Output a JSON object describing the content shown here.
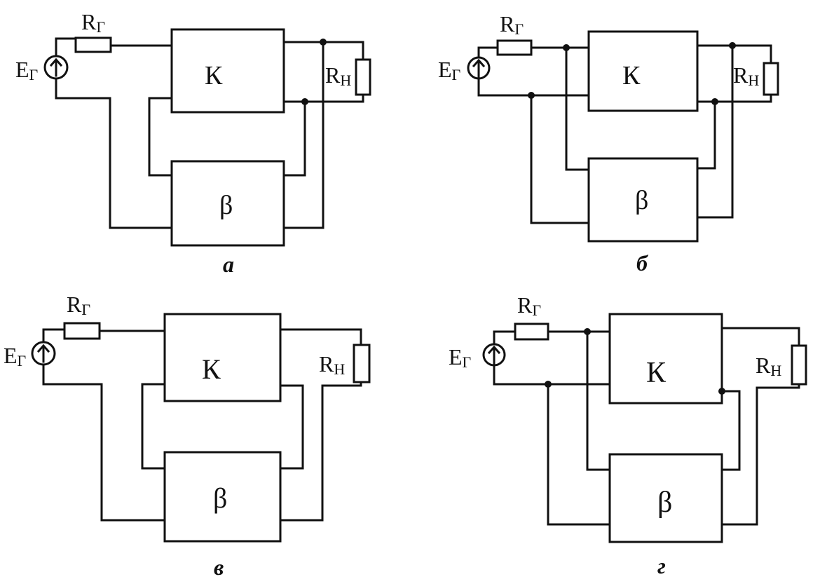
{
  "labels": {
    "source_main": "E",
    "source_sub": "Г",
    "resistor_gen_main": "R",
    "resistor_gen_sub": "Г",
    "resistor_load_main": "R",
    "resistor_load_sub": "Н",
    "amplifier": "К",
    "feedback": "β"
  },
  "captions": [
    "а",
    "б",
    "в",
    "г"
  ],
  "colors": {
    "ink": "#111111",
    "background": "#ffffff"
  }
}
